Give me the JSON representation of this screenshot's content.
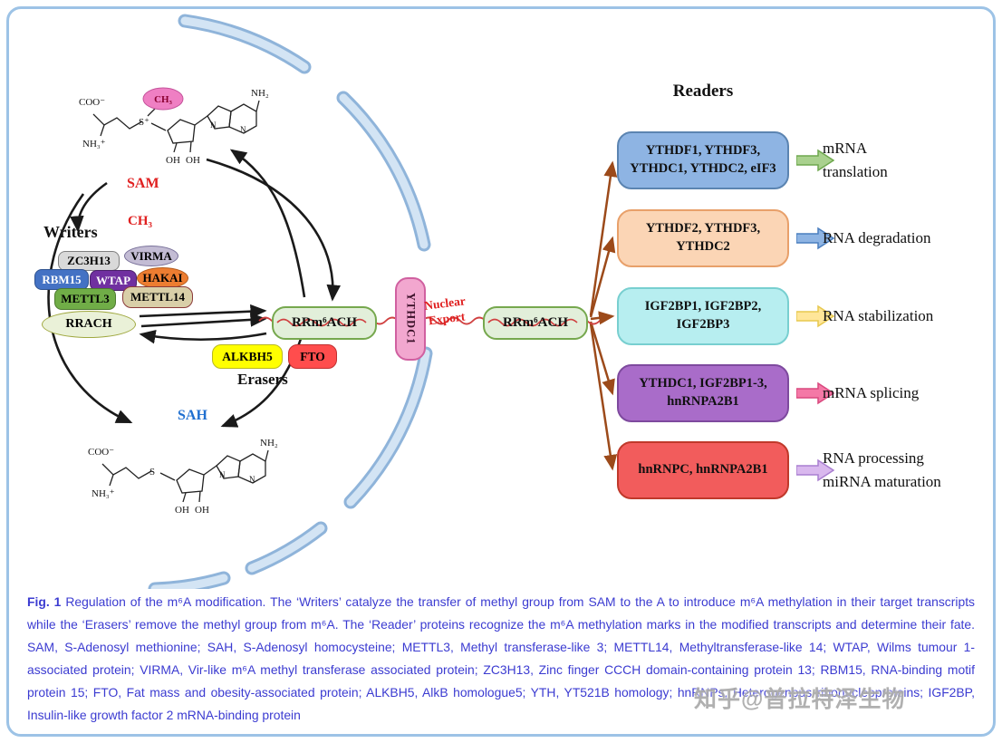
{
  "labels": {
    "writers": "Writers",
    "erasers": "Erasers",
    "readers": "Readers",
    "sam": "SAM",
    "sah": "SAH",
    "ch3": "CH₃",
    "rrach": "RRACH",
    "rrm6ach": "RRm⁶ACH",
    "ythdc1": "YTHDC1",
    "nuclear_export_line1": "Nuclear",
    "nuclear_export_line2": "Export"
  },
  "writers": {
    "proteins": [
      "ZC3H13",
      "VIRMA",
      "RBM15",
      "WTAP",
      "HAKAI",
      "METTL3",
      "METTL14"
    ]
  },
  "erasers": {
    "proteins": [
      "ALKBH5",
      "FTO"
    ]
  },
  "readers": {
    "groups": [
      {
        "proteins": "YTHDF1, YTHDF3, YTHDC1, YTHDC2, eIF3",
        "function_line1": "mRNA",
        "function_line2": "translation",
        "box_color": "#8eb4e3",
        "arrow_color": "#a9d18e"
      },
      {
        "proteins": "YTHDF2, YTHDF3, YTHDC2",
        "function_line1": "RNA degradation",
        "function_line2": "",
        "box_color": "#fbd5b5",
        "arrow_color": "#8eb4e3"
      },
      {
        "proteins": "IGF2BP1, IGF2BP2, IGF2BP3",
        "function_line1": "RNA stabilization",
        "function_line2": "",
        "box_color": "#b7eef0",
        "arrow_color": "#ffe699"
      },
      {
        "proteins": "YTHDC1, IGF2BP1-3, hnRNPA2B1",
        "function_line1": "mRNA splicing",
        "function_line2": "",
        "box_color": "#a96cc9",
        "arrow_color": "#f478a6"
      },
      {
        "proteins": "hnRNPC, hnRNPA2B1",
        "function_line1": "RNA processing",
        "function_line2": "miRNA maturation",
        "box_color": "#f25c5c",
        "arrow_color": "#d9b8ee"
      }
    ]
  },
  "molecule_annotations": {
    "sam": {
      "coo": "COO⁻",
      "nh3": "NH₃⁺",
      "s": "S⁺",
      "oh1": "OH",
      "oh2": "OH",
      "nh2": "NH₂",
      "ch3": "CH₃",
      "n": "N"
    },
    "sah": {
      "coo": "COO⁻",
      "nh3": "NH₃⁺",
      "s": "S",
      "oh1": "OH",
      "oh2": "OH",
      "nh2": "NH₂",
      "n": "N"
    }
  },
  "caption": {
    "label": "Fig. 1",
    "text": "Regulation of the m⁶A modification. The ‘Writers’ catalyze the transfer of methyl group from SAM to the A to introduce m⁶A methylation in their target transcripts while the ‘Erasers’ remove the methyl group from m⁶A. The ‘Reader’ proteins recognize the m⁶A methylation marks in the modified transcripts and determine their fate. SAM, S-Adenosyl methionine; SAH, S-Adenosyl homocysteine; METTL3, Methyl transferase-like 3; METTL14, Methyltransferase-like 14; WTAP, Wilms tumour 1-associated protein; VIRMA, Vir-like m⁶A methyl transferase associated protein; ZC3H13, Zinc finger CCCH domain-containing protein 13; RBM15, RNA-binding motif protein 15; FTO, Fat mass and obesity-associated protein; ALKBH5, AlkB homologue5; YTH, YT521B homology; hnRNPs, Heterogenous ribonucleoproteins; IGF2BP, Insulin-like growth factor 2 mRNA-binding protein"
  },
  "watermark": "知乎@普拉特泽生物",
  "colors": {
    "frame": "#9dc3e6",
    "membrane": "#8fb4da",
    "arrow_black": "#1a1a1a",
    "arrow_brown": "#9c4a1a",
    "rna_wave": "#d04040",
    "caption_text": "#3b3bd1"
  }
}
